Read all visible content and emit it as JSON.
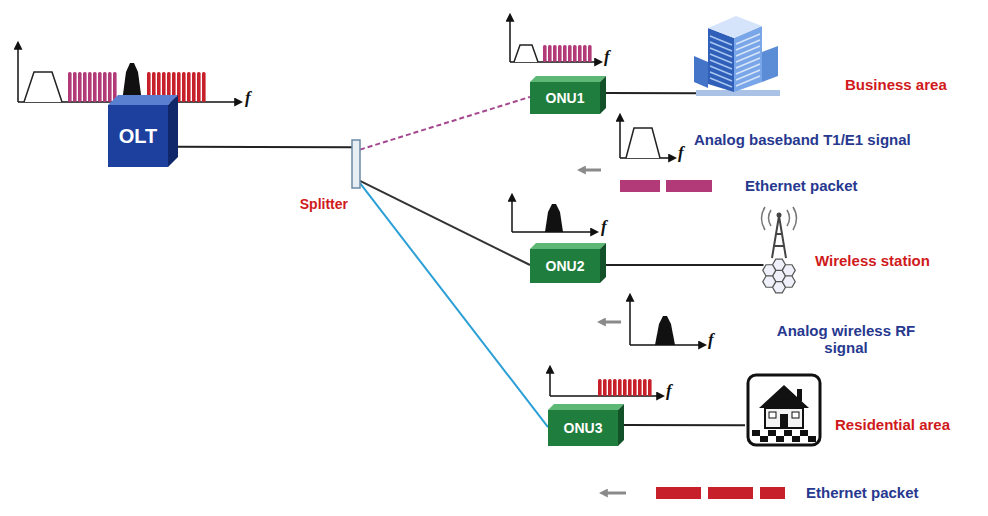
{
  "diagram": {
    "nodes": [
      {
        "text": [
          "OLT"
        ]
      },
      {
        "text": [
          "Splitter"
        ]
      },
      {
        "text": [
          "ONU1"
        ]
      },
      {
        "text": [
          "Business area"
        ]
      },
      {
        "text": [
          "ONU2"
        ]
      },
      {
        "text": [
          "Wireless station"
        ]
      },
      {
        "text": [
          "ONU3"
        ]
      },
      {
        "text": [
          "Residential area"
        ]
      }
    ],
    "edges": [
      {
        "from": 0,
        "to": 1,
        "arrow": "none"
      },
      {
        "from": 1,
        "to": 2,
        "arrow": "none"
      },
      {
        "from": 1,
        "to": 4,
        "arrow": "none"
      },
      {
        "from": 1,
        "to": 6,
        "arrow": "none"
      },
      {
        "from": 2,
        "to": 3,
        "arrow": "none"
      },
      {
        "from": 4,
        "to": 5,
        "arrow": "none"
      },
      {
        "from": 6,
        "to": 7,
        "arrow": "none"
      }
    ],
    "labels": [
      "f",
      "f",
      "f",
      "Analog baseband T1/E1 signal",
      "Ethernet packet",
      "f",
      "f",
      "Analog wireless RF signal",
      "f",
      "Ethernet packet"
    ]
  }
}
